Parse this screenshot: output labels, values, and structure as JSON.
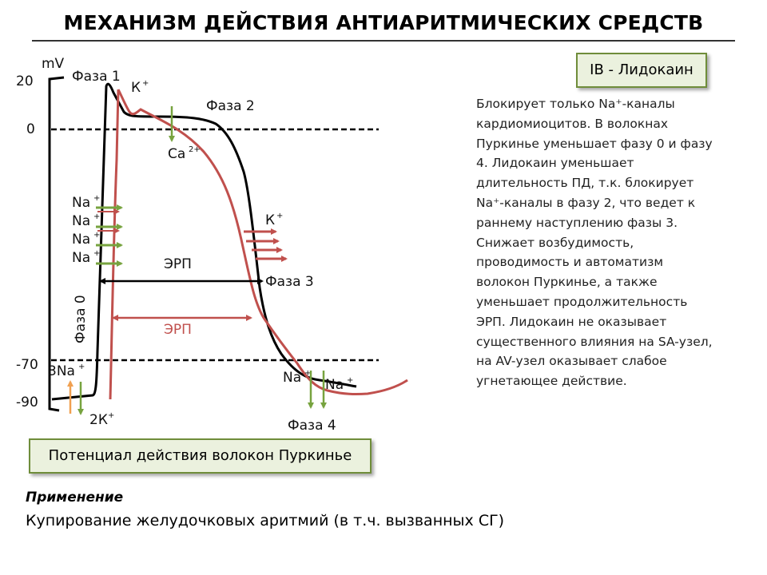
{
  "title": "МЕХАНИЗМ ДЕЙСТВИЯ АНТИАРИТМИЧЕСКИХ СРЕДСТВ",
  "axis": {
    "unit": "mV",
    "ticks": [
      "20",
      "0",
      "-70",
      "-90"
    ]
  },
  "phases": {
    "phase1": "Фаза 1",
    "phase2": "Фаза 2",
    "phase3": "Фаза 3",
    "phase4": "Фаза 4",
    "phase0": "Фаза 0"
  },
  "ions": {
    "k_top": "К",
    "k_top_sup": "+",
    "ca": "Ca",
    "ca_sup": "2+",
    "na": "Na",
    "na_sup": "+",
    "k_right": "К",
    "k_right_sup": "+",
    "na3": "3Na",
    "na3_sup": "+",
    "k2": "2К",
    "k2_sup": "+",
    "na_bottom1": "Na",
    "na_bottom2": "Na",
    "na_bottom_sup": "+"
  },
  "erp": {
    "black": "ЭРП",
    "red": "ЭРП"
  },
  "drug_box": "IB - Лидокаин",
  "description": "Блокирует только Na⁺-каналы\nкардиомиоцитов. В волокнах\nПуркинье уменьшает фазу 0 и фазу\n4. Лидокаин уменьшает\nдлительность ПД, т.к. блокирует\nNa⁺-каналы в фазу 2, что ведет к\nраннему наступлению фазы 3.\nСнижает возбудимость,\nпроводимость и автоматизм\nволокон Пуркинье, а также\nуменьшает продолжительность\nЭРП. Лидокаин не оказывает\nсущественного влияния на SA-узел,\nна AV-узел оказывает слабое\nугнетающее действие.",
  "caption_box": "Потенциал действия волокон Пуркинье",
  "application": {
    "heading": "Применение",
    "text": "Купирование желудочковых аритмий (в т.ч. вызванных СГ)"
  },
  "colors": {
    "black_curve": "#000000",
    "red_curve": "#c0504d",
    "green_arrow": "#77a33f",
    "red_arrow": "#c0504d",
    "orange_arrow": "#f0a050",
    "box_fill": "#ebf1de",
    "box_border": "#6f8d3a"
  }
}
